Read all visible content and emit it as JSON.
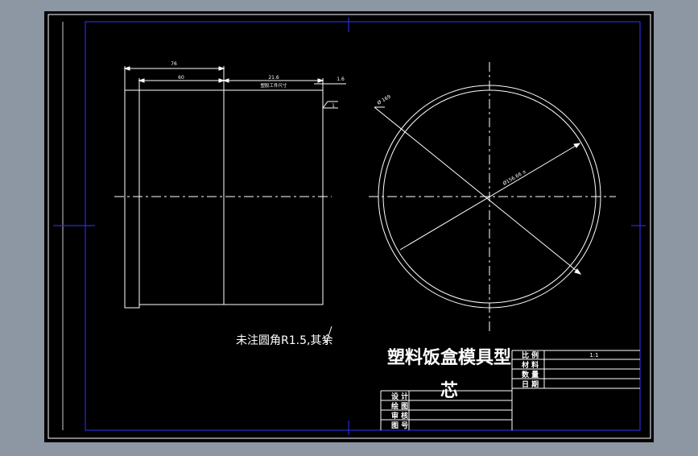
{
  "colors": {
    "workspace": "#8d96a3",
    "paper": "#000000",
    "drawing": "#ffffff",
    "frame": "#2a2ad8"
  },
  "dims": {
    "overall_length": "76",
    "body_length": "60",
    "rim_width": "21.6",
    "rim_note": "塑胶工件尺寸",
    "step_height": "1.6",
    "tol_symbol": "1",
    "outer_diameter": "Ø 169",
    "inner_diameter": "Ø156.66 ±"
  },
  "note": "未注圆角R1.5,其余",
  "title_block": {
    "title_line1": "塑料饭盒模具型",
    "title_line2": "芯",
    "right_labels": [
      "比 例",
      "材 料",
      "数 量",
      "日 期"
    ],
    "scale_value": "1:1",
    "left_labels": [
      "设 计",
      "绘 图",
      "审 核",
      "图 号"
    ]
  }
}
